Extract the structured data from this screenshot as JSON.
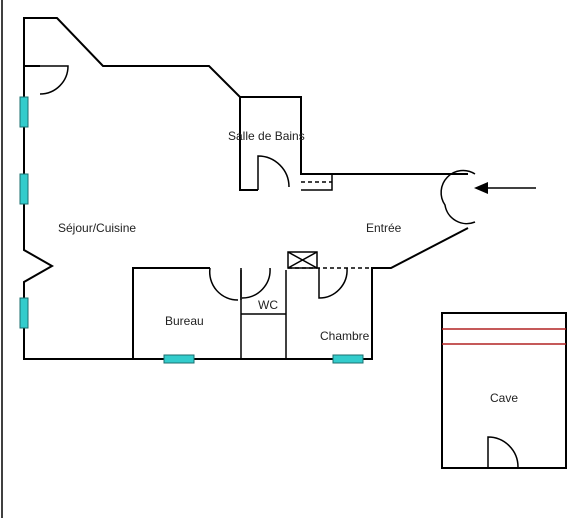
{
  "rooms": {
    "salle_de_bains": "Salle de Bains",
    "sejour_cuisine": "Séjour/Cuisine",
    "entree": "Entrée",
    "wc": "WC",
    "bureau": "Bureau",
    "chambre": "Chambre",
    "cave": "Cave"
  },
  "colors": {
    "walls": "#000000",
    "windows": "#33cccc",
    "cave_lines": "#b22222"
  },
  "icons": {
    "entrance": "arrow-left-icon",
    "shaft": "crossed-box-icon"
  }
}
